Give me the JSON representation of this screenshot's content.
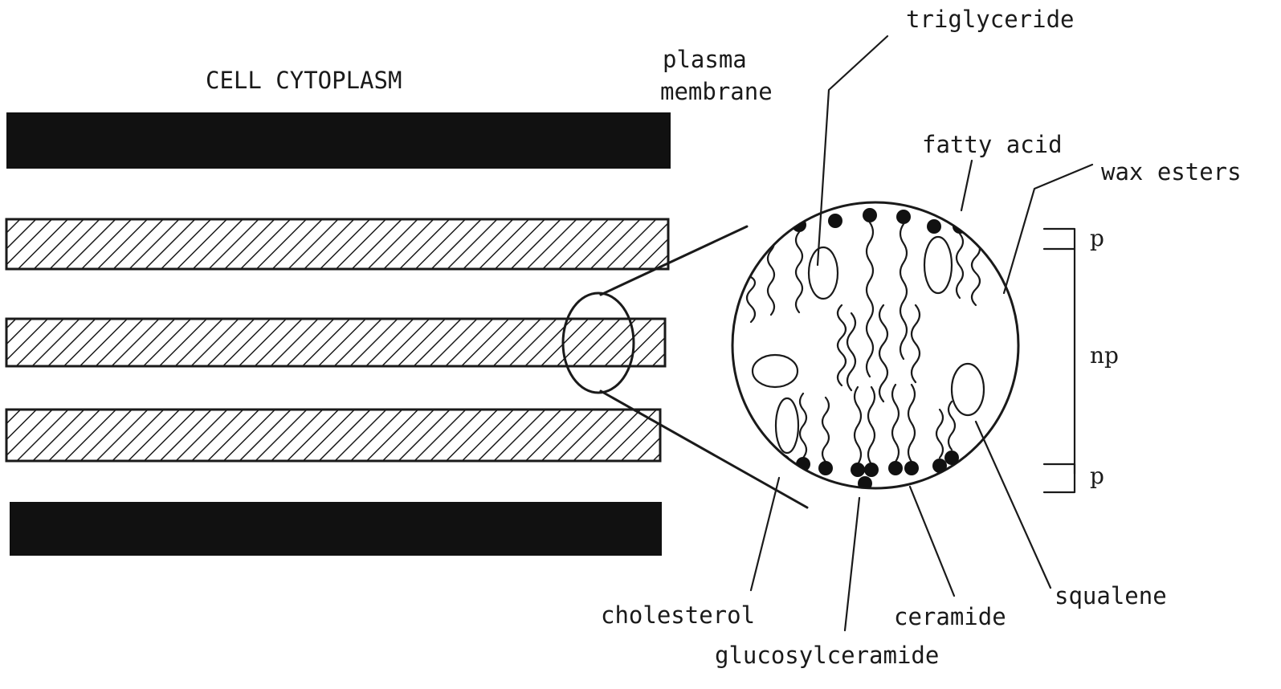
{
  "labels": {
    "cytoplasm": "CELL CYTOPLASM",
    "plasma_line1": "plasma",
    "plasma_line2": "membrane",
    "triglyceride": "triglyceride",
    "fatty_acid": "fatty acid",
    "wax_esters": "wax esters",
    "polar_top": "p",
    "nonpolar": "np",
    "polar_bottom": "p",
    "cholesterol": "cholesterol",
    "ceramide": "ceramide",
    "squalene": "squalene",
    "glucosylceramide": "glucosylceramide"
  },
  "colors": {
    "ink": "#1a1a1a",
    "background": "#ffffff"
  }
}
